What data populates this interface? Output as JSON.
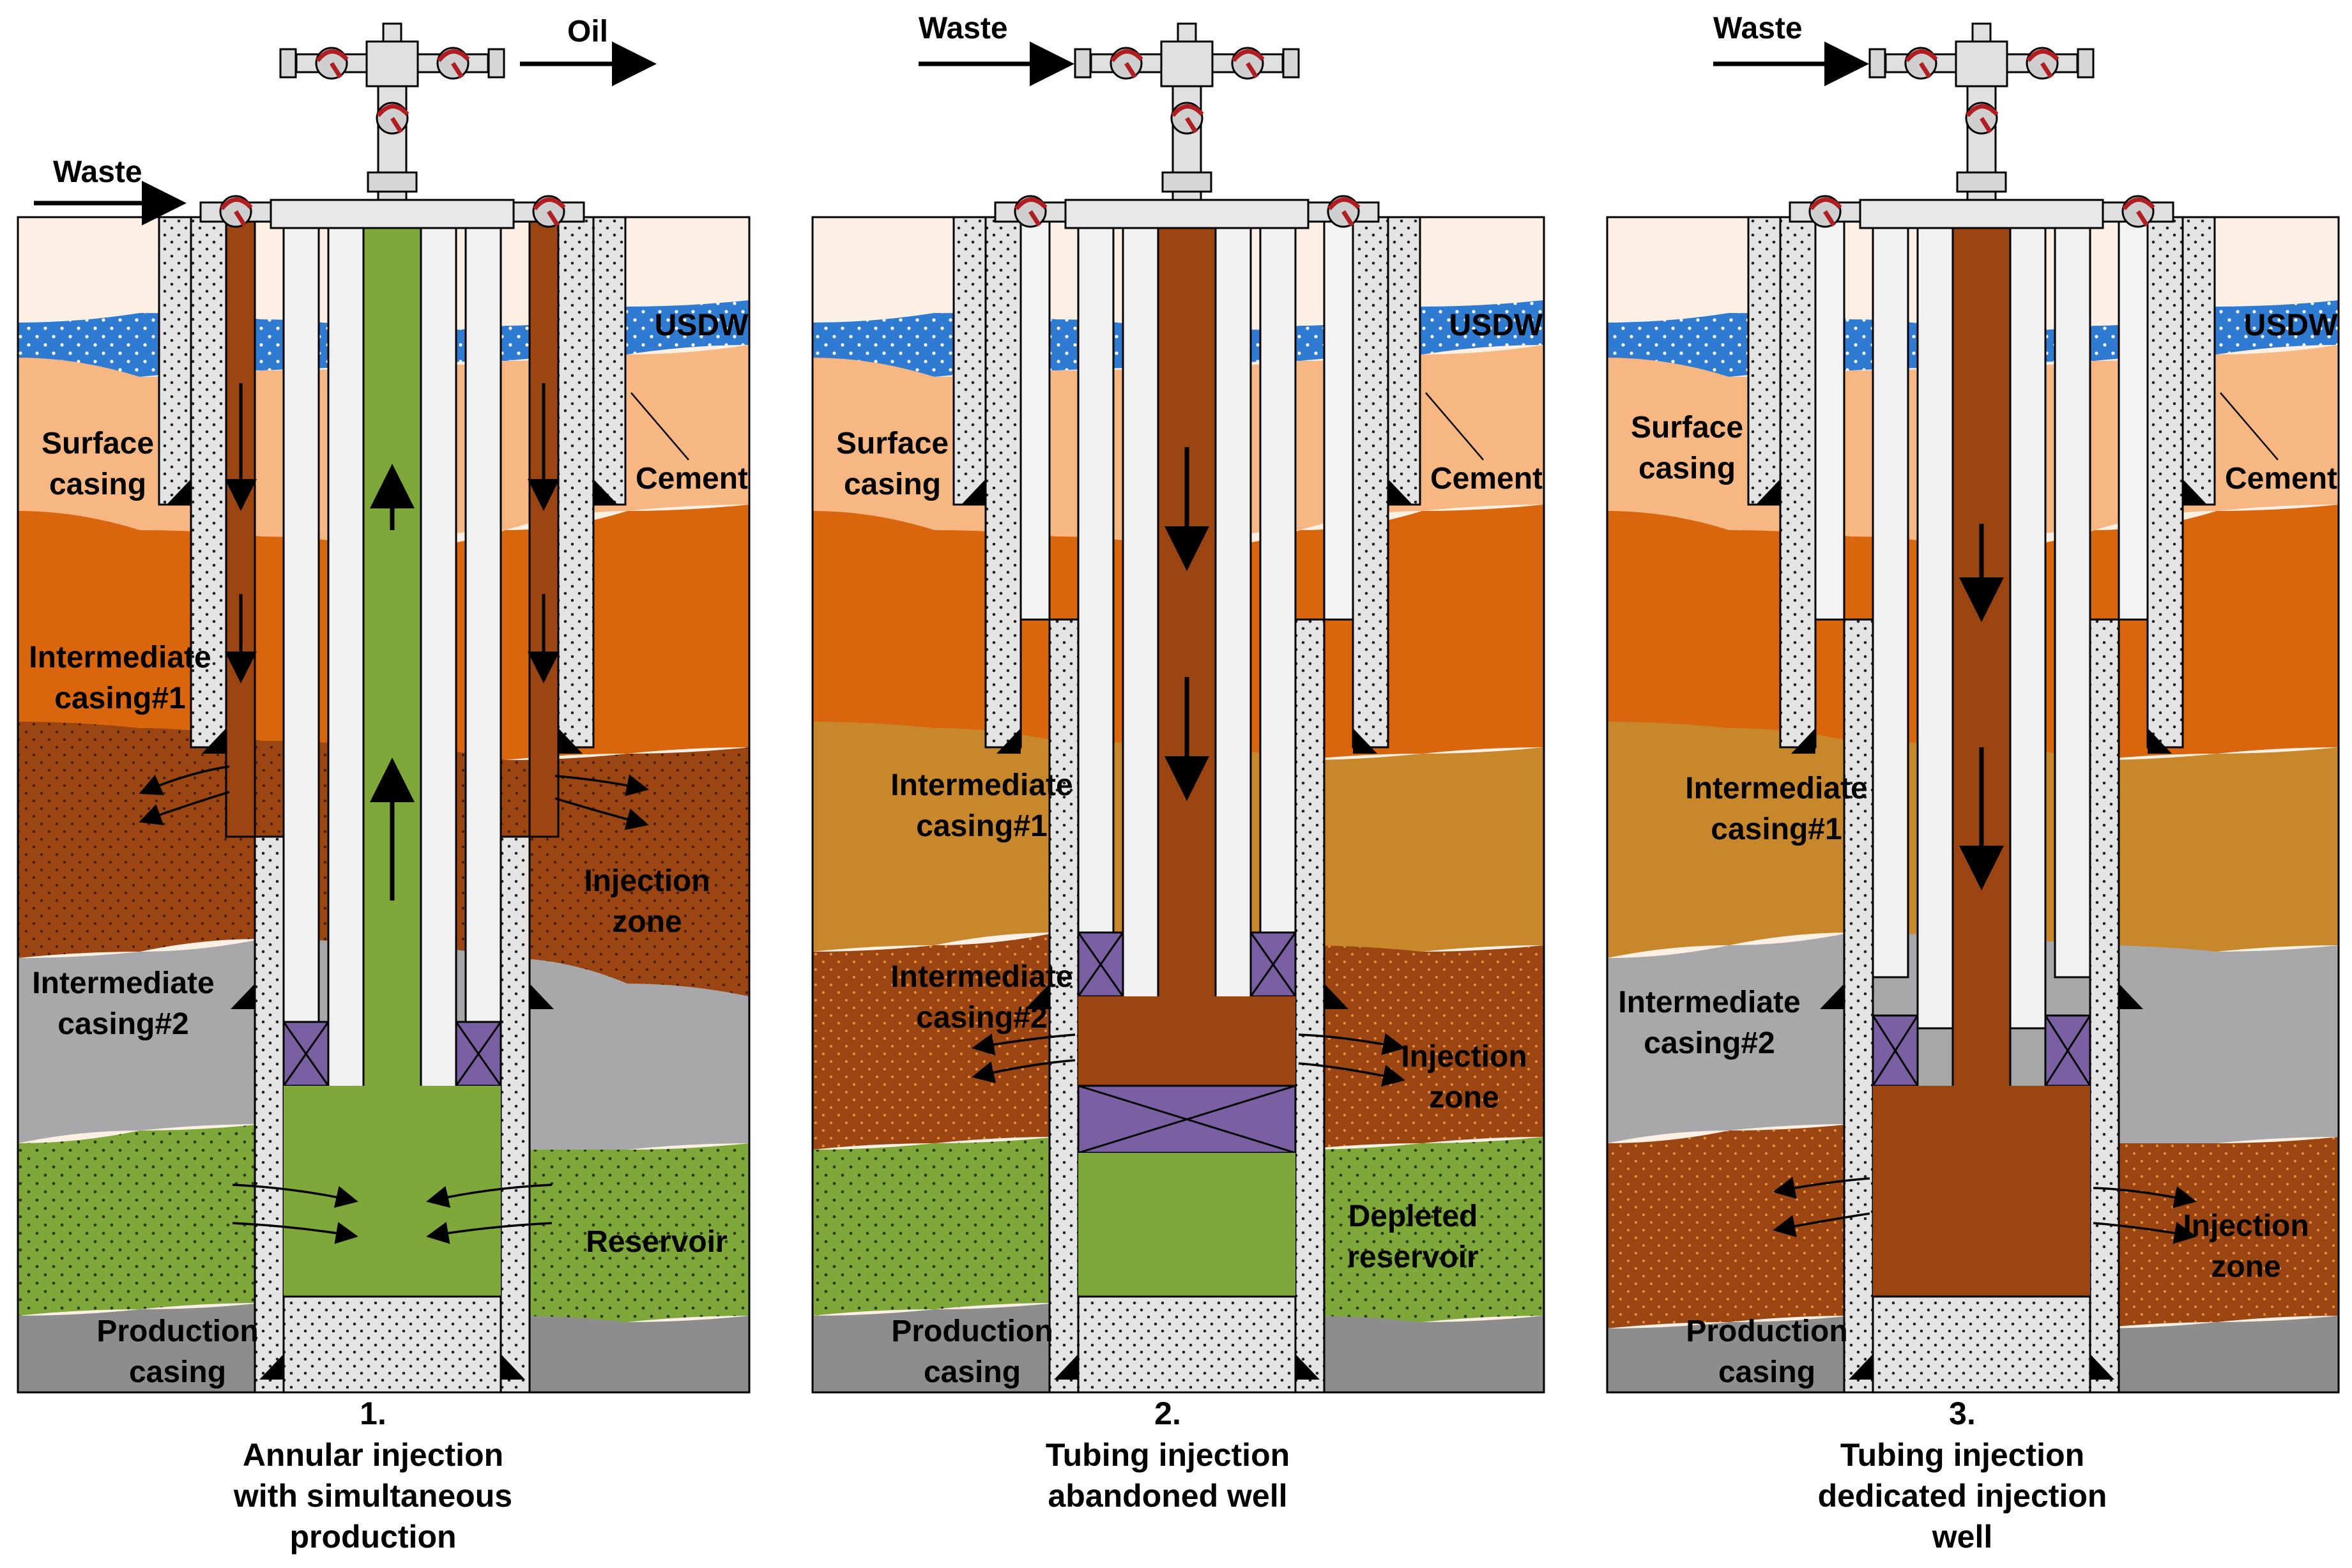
{
  "colors": {
    "sky": "#fcefe4",
    "usdw": "#2f7bd1",
    "surface_layer": "#f6b783",
    "orange_layer": "#d9650d",
    "brown_dotted": "#9a4512",
    "ochre_layer": "#c8872a",
    "gray_layer": "#a8a8aa",
    "reservoir": "#7fa83a",
    "base_layer": "#8d8d8d",
    "fluid_brown": "#9a4512",
    "fluid_green": "#7fa83a",
    "packer": "#7a60a3",
    "cement": "#e2e2e2",
    "casing_steel": "#f1f1f1",
    "valve_red": "#b01e22"
  },
  "panels": [
    {
      "number": "1.",
      "caption": [
        "Annular injection",
        "with simultaneous",
        "production"
      ],
      "wellhead_labels": {
        "in": "Waste",
        "out": "Oil"
      },
      "labels": {
        "usdw": "USDW",
        "surface_casing": [
          "Surface",
          "casing"
        ],
        "cement": "Cement",
        "intermediate_1": [
          "Intermediate",
          "casing#1"
        ],
        "intermediate_2": [
          "Intermediate",
          "casing#2"
        ],
        "zone": [
          "Injection",
          "zone"
        ],
        "reservoir": [
          "Reservoir"
        ],
        "production_casing": [
          "Production",
          "casing"
        ]
      }
    },
    {
      "number": "2.",
      "caption": [
        "Tubing injection",
        "abandoned well"
      ],
      "wellhead_labels": {
        "in": "Waste"
      },
      "labels": {
        "usdw": "USDW",
        "surface_casing": [
          "Surface",
          "casing"
        ],
        "cement": "Cement",
        "intermediate_1": [
          "Intermediate",
          "casing#1"
        ],
        "intermediate_2": [
          "Intermediate",
          "casing#2"
        ],
        "zone": [
          "Injection",
          "zone"
        ],
        "reservoir": [
          "Depleted",
          "reservoir"
        ],
        "production_casing": [
          "Production",
          "casing"
        ]
      }
    },
    {
      "number": "3.",
      "caption": [
        "Tubing injection",
        "dedicated injection",
        "well"
      ],
      "wellhead_labels": {
        "in": "Waste"
      },
      "labels": {
        "usdw": "USDW",
        "surface_casing": [
          "Surface",
          "casing"
        ],
        "cement": "Cement",
        "intermediate_1": [
          "Intermediate",
          "casing#1"
        ],
        "intermediate_2": [
          "Intermediate",
          "casing#2"
        ],
        "zone": [
          "Injection",
          "zone"
        ],
        "production_casing": [
          "Production",
          "casing"
        ]
      }
    }
  ]
}
